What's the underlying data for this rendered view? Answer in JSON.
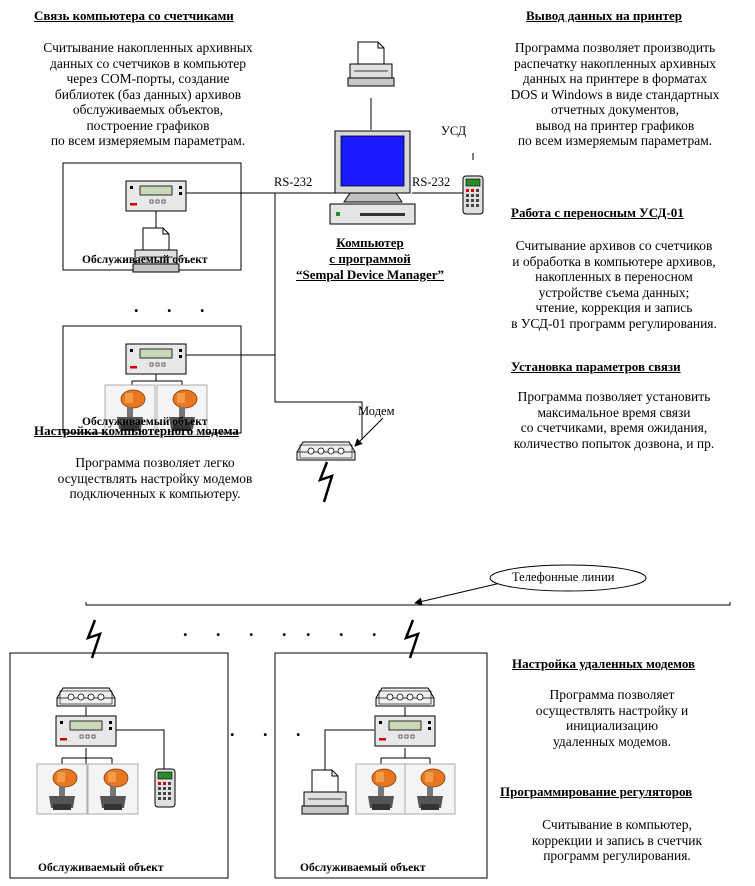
{
  "sections": {
    "pc_meters": {
      "title": "Связь компьютера со счетчиками",
      "text": "Считывание накопленных архивных\nданных со счетчиков в компьютер\nчерез COM-порты,  создание\nбиблиотек (баз данных) архивов\nобслуживаемых объектов,\nпостроение графиков\nпо всем измеряемым параметрам."
    },
    "printer_output": {
      "title": "Вывод данных на принтер",
      "text": "Программа позволяет производить\nраспечатку накопленных архивных\nданных на принтере в форматах\nDOS и Windows в виде стандартных\nотчетных документов,\nвывод на принтер графиков\nпо всем измеряемым параметрам."
    },
    "usd": {
      "title": "Работа с переносным УСД-01",
      "text": "Считывание архивов со счетчиков\nи обработка в компьютере архивов,\nнакопленных в переносном\nустройстве съема данных;\nчтение, коррекция и запись\nв УСД-01 программ регулирования."
    },
    "link_params": {
      "title": "Установка параметров связи",
      "text": "Программа позволяет установить\nмаксимальное время связи\nсо счетчиками, время ожидания,\nколичество попыток дозвона, и пр."
    },
    "pc_modem": {
      "title": "Настройка компьютерного модема",
      "text": "Программа позволяет легко\nосуществлять настройку модемов\nподключенных к компьютеру."
    },
    "remote_modems": {
      "title": "Настройка удаленных модемов",
      "text": "Программа позволяет\nосуществлять настройку и\nинициализацию\nудаленных модемов."
    },
    "regulators": {
      "title": "Программирование регуляторов",
      "text": "Считывание в компьютер,\nкоррекции и запись в счетчик\nпрограмм регулирования."
    }
  },
  "labels": {
    "usd": "УСД",
    "rs232_left": "RS-232",
    "rs232_right": "RS-232",
    "modem": "Модем",
    "phone_lines": "Телефонные линии",
    "computer_line1": "Компьютер",
    "computer_line2": "с программой",
    "computer_line3": "“Sempal Device Manager”",
    "object_1": "Обслуживаемый объект",
    "object_2": "Обслуживаемый объект",
    "object_3": "Обслуживаемый объект",
    "object_4": "Обслуживаемый объект",
    "dots_vertical": ". . .",
    "dots_left": ". . . .",
    "dots_right": ". . . .",
    "dots_middle": ". . ."
  },
  "colors": {
    "screen": "#1a1aff",
    "valve": "#e87722",
    "lcd": "#c8d8b8",
    "red_led": "#d40000",
    "keypad_green": "#2a8a2a"
  }
}
